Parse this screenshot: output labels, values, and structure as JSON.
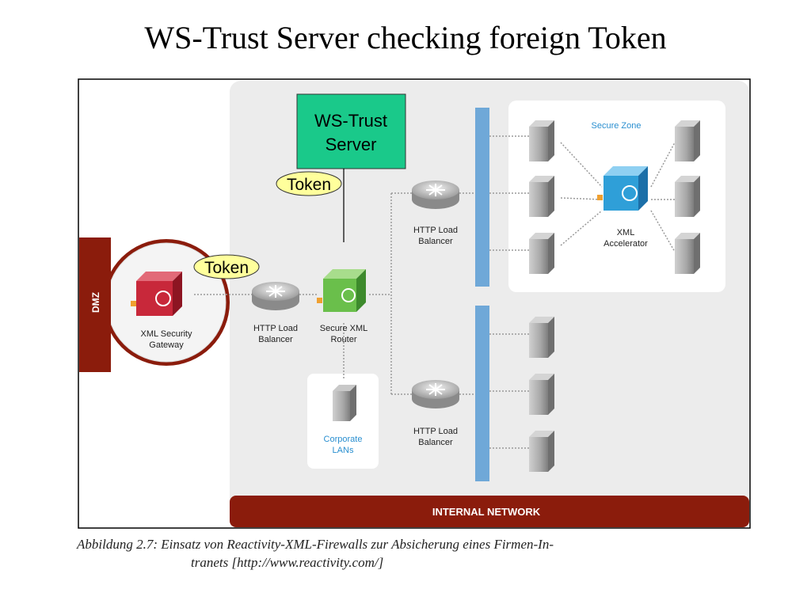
{
  "title": "WS-Trust Server checking foreign Token",
  "caption": {
    "line1": "Abbildung 2.7: Einsatz von Reactivity-XML-Firewalls zur Absicherung eines Firmen-In-",
    "line2": "tranets [http://www.reactivity.com/]"
  },
  "diagram": {
    "dmz_label": "DMZ",
    "gateway_label": [
      "XML Security",
      "Gateway"
    ],
    "lb_main_label": [
      "HTTP Load",
      "Balancer"
    ],
    "router_label": [
      "Secure XML",
      "Router"
    ],
    "lb_top_label": [
      "HTTP Load",
      "Balancer"
    ],
    "lb_bottom_label": [
      "HTTP Load",
      "Balancer"
    ],
    "corporate_label": [
      "Corporate",
      "LANs"
    ],
    "secure_zone_label": "Secure Zone",
    "accelerator_label": [
      "XML",
      "Accelerator"
    ],
    "internal_network_label": "INTERNAL NETWORK",
    "ws_trust_label": [
      "WS-Trust",
      "Server"
    ],
    "token_top": "Token",
    "token_left": "Token"
  },
  "colors": {
    "maroon": "#8b1c0c",
    "panel_gray": "#ececec",
    "ws_trust_fill": "#1ac98a",
    "token_fill": "#ffff9c",
    "bus_blue": "#6fa8d8",
    "gateway_red": "#c8283a",
    "router_green": "#6abf4b",
    "accel_blue": "#2f9fd8"
  }
}
